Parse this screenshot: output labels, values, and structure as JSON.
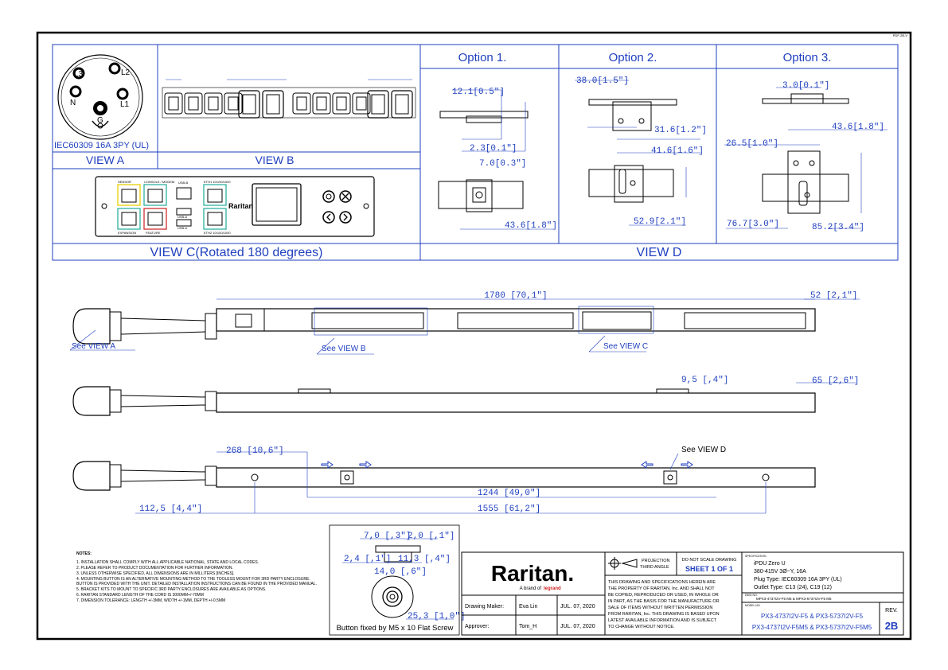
{
  "corner_id": "PDF-2B-V",
  "views": {
    "a_caption": "IEC60309 16A 3PY (UL)",
    "a_title": "VIEW A",
    "b_title": "VIEW B",
    "c_title": "VIEW C(Rotated 180 degrees)",
    "d_title": "VIEW D",
    "plug_labels": [
      "L3",
      "L2",
      "N",
      "L1",
      "G"
    ]
  },
  "options": [
    {
      "title": "Option 1.",
      "dims": [
        "12.1[0.5\"]",
        "2.3[0.1\"]",
        "7.0[0.3\"]",
        "43.6[1.8\"]"
      ]
    },
    {
      "title": "Option  2.",
      "dims": [
        "38.0[1.5\"]",
        "31.6[1.2\"]",
        "41.6[1.6\"]",
        "52.9[2.1\"]"
      ]
    },
    {
      "title": "Option 3.",
      "dims": [
        "3.0[0.1\"]",
        "43.6[1.8\"]",
        "26.5[1.0\"]",
        "76.7[3.0\"]",
        "85.2[3.4\"]"
      ]
    }
  ],
  "view_c_labels": {
    "port1": "SENSOR",
    "port2": "CONSOLE / MODEM",
    "port3": "USB-B",
    "port4": "ETH1 10/100/1000",
    "brand": "Raritan",
    "port5": "EXPANSION",
    "port6": "FEATURE",
    "usb1": "USB-A",
    "usb2": "USB-A",
    "port7": "ETH2 10/100/1000"
  },
  "main_dims": {
    "length": "1780 [70,1\"]",
    "end": "52 [2,1\"]",
    "depth": "9,5 [,4\"]",
    "width": "65 [2,6\"]",
    "mount_offset": "268 [10,6\"]",
    "button_pitch": "1244 [49,0\"]",
    "left_offset": "112,5 [4,4\"]",
    "hole_pitch": "1555 [61,2\"]"
  },
  "callouts": {
    "see_a": "See VIEW A",
    "see_b": "See VIEW B",
    "see_c": "See VIEW C",
    "see_d": "See VIEW D"
  },
  "button_detail": {
    "dims": [
      "7,0 [,3\"]",
      "2,0 [,1\"]",
      "2,4 [,1\"]",
      "11,3 [,4\"]",
      "14,0 [,6\"]",
      "25,3 [1,0\"]"
    ],
    "caption": "Button fixed by M5 x 10 Flat Screw"
  },
  "notes": {
    "title": "NOTES:",
    "lines": [
      "1. INSTALLATION SHALL COMPLY WITH ALL APPLICABLE NATIONAL, STATE AND LOCAL CODES.",
      "2. PLEASE REFER TO PRODUCT DOCUMENTATION FOR FURTHER INFORMATION.",
      "3. UNLESS OTHERWISE SPECIFIED, ALL DIMENSIONS ARE IN MILLITERS [INCHES].",
      "4. MOUNTING BUTTON IS AN ALTERNATIVE MOUNTING METHOD TO THE TOOLESS MOUNT FOR 3RD PARTY ENCLOSURE.",
      "   BUTTON IS PROVIDED WITH THE UNIT. DETAILED INSTALLATION INSTRUCTIONS CAN BE FOUND IN THE PROVIDED MANUAL.",
      "5. BRACKET KITS TO MOUNT TO SPECIFIC 3RD PARTY ENCLOSURES ARE AVAILABLE AS OPTIONS.",
      "6. RARITAN STANDARD LENGTH OF THE CORD IS 3000MM+/-70MM",
      "7. DIMENSION TOLERANCE: LENGTH +/-3MM, WIDTH +/-1MM, DEPTH +/-0.5MM"
    ]
  },
  "title_block": {
    "logo": "Raritan.",
    "brand_line": "A brand of",
    "brand_name": "legrand",
    "maker_label": "Drawing Maker:",
    "maker": "Eva Lin",
    "maker_date": "JUL. 07, 2020",
    "approver_label": "Approver:",
    "approver": "Tom_H",
    "approver_date": "JUL. 07, 2020",
    "projection": "PROJECTION",
    "angle": "THIRD ANGLE",
    "no_scale": "DO NOT SCALE DRAWING",
    "sheet": "SHEET 1 OF 1",
    "legal": [
      "THIS DRAWING AND SPECIFICATIONS HEREIN ARE",
      "THE PROPERTY OF RARITAN, Inc. AND SHALL NOT",
      "BE COPIED, REPRODUCED OR USED, IN WHOLE OR",
      "IN PART, AS THE BASIS FOR THE MANUFACTURE OR",
      "SALE OF ITEMS WITHOUT WRITTEN PERMISSION",
      "FROM RARITAN, Inc. THIS DRAWING IS BASED UPON",
      "LATEST AVAILABLE INFORMATION AND IS SUBJECT",
      "TO CHANGE WITHOUT NOTICE."
    ],
    "spec_label": "SPECIFICATION",
    "spec": [
      "iPDU Zero U",
      "380-415V 3Ø~Y, 16A",
      "Plug Type: IEC60309 16A 3PY (UL)",
      "Outlet Type: C13 (24), C19 (12)"
    ],
    "dwg_label": "DWG NO.",
    "dwg": "MPX3-4737I2V-F5 M5 & MPX3-5737I2V-F5 M5",
    "model_label": "MODEL NO.",
    "model1": "PX3-4737I2V-F5 & PX3-5737I2V-F5",
    "model2": "PX3-4737I2V-F5M5 & PX3-5737I2V-F5M5",
    "rev_label": "REV.",
    "rev": "2B"
  },
  "colors": {
    "blue": "#1f3fbf",
    "black": "#000000"
  }
}
